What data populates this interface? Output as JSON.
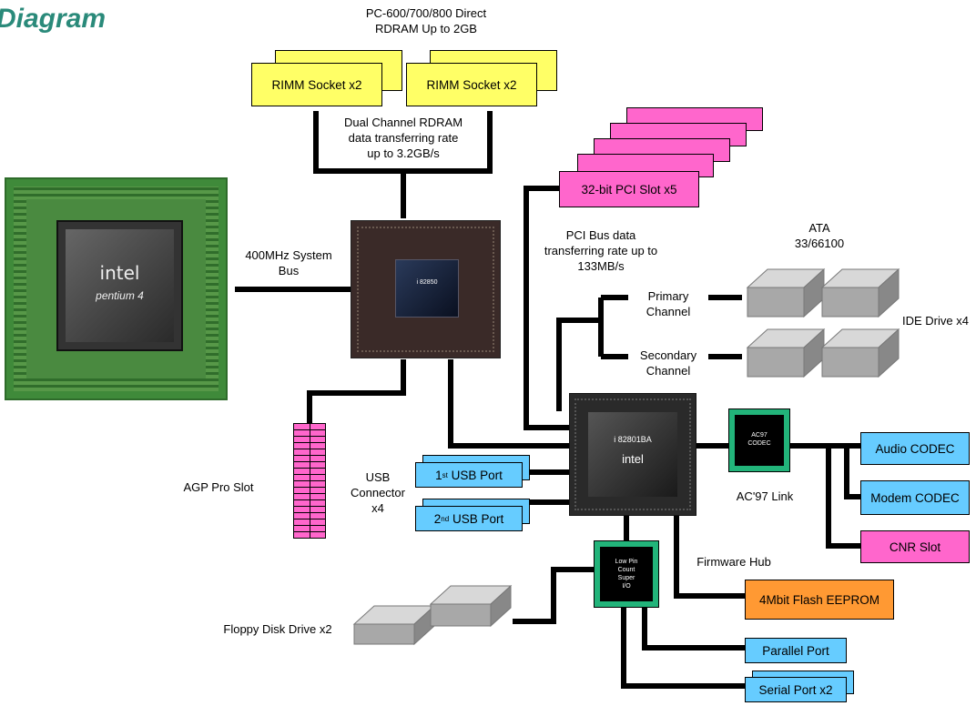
{
  "title": "Diagram",
  "labels": {
    "rdram_top": [
      "PC-600/700/800 Direct",
      "RDRAM Up to 2GB"
    ],
    "dual_channel": [
      "Dual Channel RDRAM",
      "data transferring rate",
      "up to 3.2GB/s"
    ],
    "system_bus": [
      "400MHz System",
      "Bus"
    ],
    "pci_bus": [
      "PCI Bus data",
      "transferring rate up to",
      "133MB/s"
    ],
    "ata": [
      "ATA",
      "33/66100"
    ],
    "primary": [
      "Primary",
      "Channel"
    ],
    "secondary": [
      "Secondary",
      "Channel"
    ],
    "ide": "IDE Drive x4",
    "agp": "AGP Pro Slot",
    "usb_connector": [
      "USB",
      "Connector",
      "x4"
    ],
    "ac97_link": "AC'97 Link",
    "firmware_hub": "Firmware Hub",
    "floppy": "Floppy Disk Drive x2"
  },
  "boxes": {
    "rimm1": "RIMM Socket x2",
    "rimm2": "RIMM Socket x2",
    "pci_slot": "32-bit PCI Slot x5",
    "usb1_ord": "1",
    "usb1_sup": "st",
    "usb1_rest": " USB Port",
    "usb2_ord": "2",
    "usb2_sup": "nd",
    "usb2_rest": " USB Port",
    "audio": "Audio CODEC",
    "modem": "Modem CODEC",
    "cnr": "CNR Slot",
    "flash": "4Mbit Flash EEPROM",
    "parallel": "Parallel Port",
    "serial": "Serial Port x2"
  },
  "chips": {
    "ac97": [
      "AC97",
      "CODEC"
    ],
    "lpc": [
      "Low Pin",
      "Count",
      "Super",
      "I/O"
    ],
    "cpu_brand": "intel",
    "cpu_model": "pentium 4",
    "mch_mark": "i 82850",
    "ich_mark": "i 82801BA",
    "ich_brand": "intel"
  },
  "colors": {
    "title": "#2a8a7a",
    "rimm": "#ffff66",
    "pci": "#ff66cc",
    "port": "#66ccff",
    "flash": "#ff9933",
    "chip_border": "#22b47a"
  }
}
